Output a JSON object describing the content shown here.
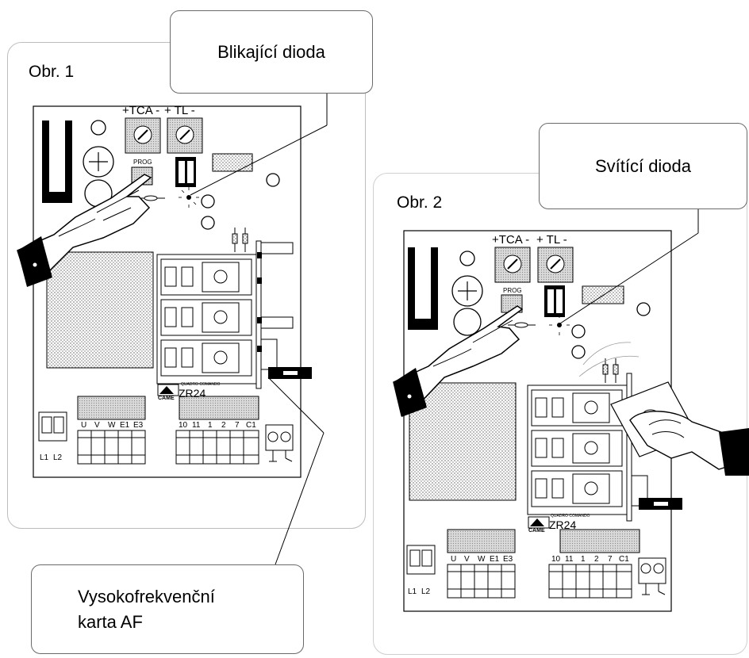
{
  "figure1": {
    "label": "Obr. 1",
    "callout": "Blikající dioda",
    "trimmers": [
      "+TCA -",
      "+ TL -"
    ],
    "prog": "PROG",
    "brand": "CAME",
    "board_subtitle": "QUADRO COMANDO",
    "model": "ZR24",
    "terminals_left": [
      "L1",
      "L2"
    ],
    "terminals_mid": [
      "U",
      "V",
      "W",
      "E1",
      "E3"
    ],
    "terminals_right": [
      "10",
      "11",
      "1",
      "2",
      "7",
      "C1"
    ]
  },
  "figure2": {
    "label": "Obr. 2",
    "callout": "Svítící dioda",
    "trimmers": [
      "+TCA -",
      "+ TL -"
    ],
    "prog": "PROG",
    "brand": "CAME",
    "board_subtitle": "QUADRO COMANDO",
    "model": "ZR24",
    "terminals_left": [
      "L1",
      "L2"
    ],
    "terminals_mid": [
      "U",
      "V",
      "W",
      "E1",
      "E3"
    ],
    "terminals_right": [
      "10",
      "11",
      "1",
      "2",
      "7",
      "C1"
    ]
  },
  "bottom_callout": {
    "line1": "Vysokofrekvenční",
    "line2": "karta AF"
  }
}
